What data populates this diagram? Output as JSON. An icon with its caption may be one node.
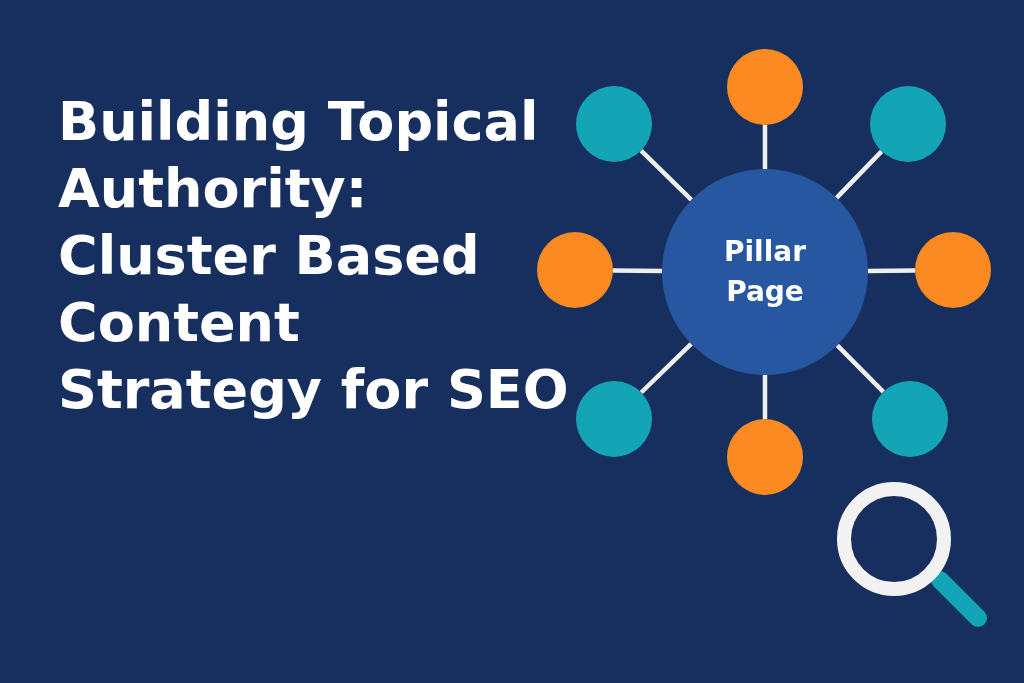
{
  "diagram": {
    "title": "Building Topical Authority: Cluster Based Content Strategy for SEO",
    "nodes": [
      {
        "text": [
          "Pillar Page"
        ]
      },
      {
        "text": [],
        "shape": "circle"
      },
      {
        "text": [],
        "shape": "circle"
      },
      {
        "text": [],
        "shape": "circle"
      },
      {
        "text": [],
        "shape": "circle"
      },
      {
        "text": [],
        "shape": "circle"
      },
      {
        "text": [],
        "shape": "circle"
      },
      {
        "text": [],
        "shape": "circle"
      },
      {
        "text": [],
        "shape": "circle"
      }
    ],
    "edges": [
      {
        "from": 0,
        "to": 1,
        "arrow": "none"
      },
      {
        "from": 0,
        "to": 2,
        "arrow": "none"
      },
      {
        "from": 0,
        "to": 3,
        "arrow": "none"
      },
      {
        "from": 0,
        "to": 4,
        "arrow": "none"
      },
      {
        "from": 0,
        "to": 5,
        "arrow": "none"
      },
      {
        "from": 0,
        "to": 6,
        "arrow": "none"
      },
      {
        "from": 0,
        "to": 7,
        "arrow": "none"
      },
      {
        "from": 0,
        "to": 8,
        "arrow": "none"
      }
    ]
  }
}
